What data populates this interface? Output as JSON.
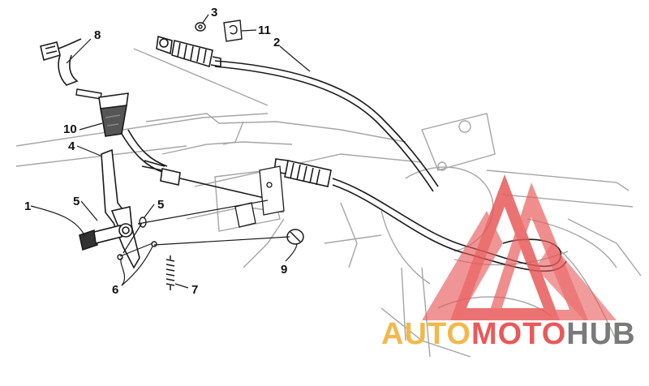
{
  "callouts": {
    "c1": "1",
    "c2": "2",
    "c3": "3",
    "c4": "4",
    "c5a": "5",
    "c5b": "5",
    "c6": "6",
    "c7": "7",
    "c8": "8",
    "c9": "9",
    "c10": "10",
    "c11": "11"
  },
  "watermark": {
    "part1": "AUTO",
    "part2": "MOTO",
    "part3": "HUB",
    "colors": {
      "auto": "#f2b84b",
      "moto": "#e85a5a",
      "hub": "#7a7a7a",
      "triangle": "#e85a5a"
    }
  },
  "colors": {
    "ink": "#1a1a1a",
    "frame": "#9a9a9a"
  }
}
